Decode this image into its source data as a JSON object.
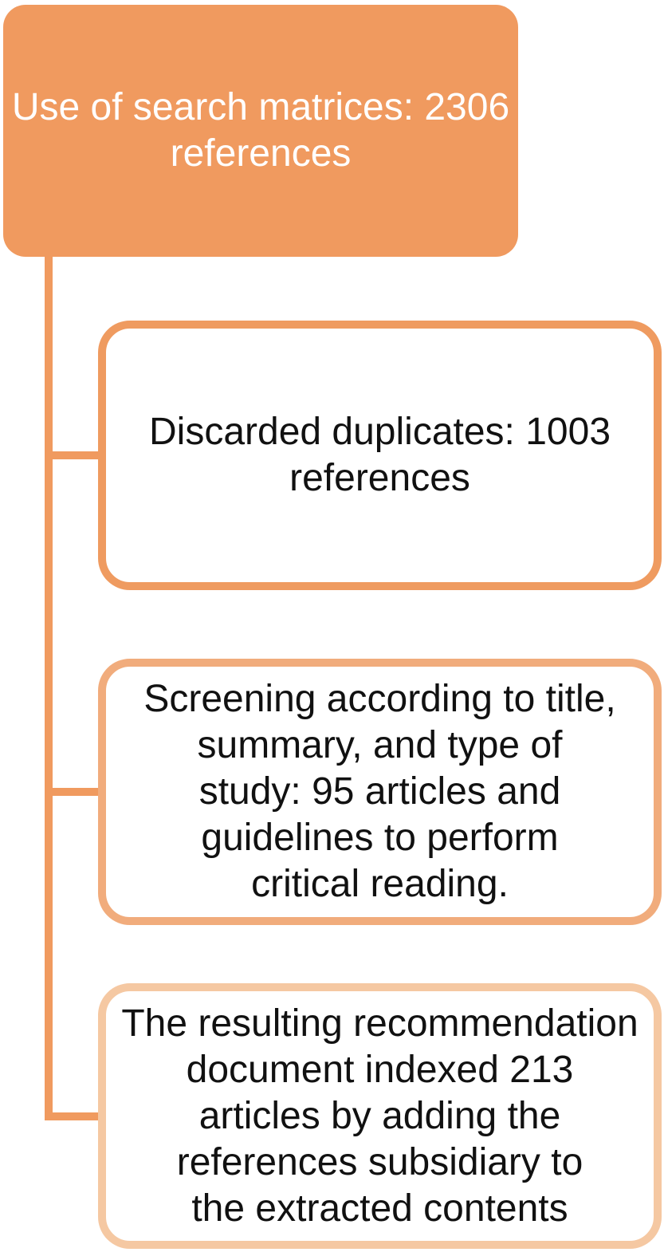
{
  "colors": {
    "primary": "#F09A5F",
    "root_fill": "#F09A5F",
    "root_text": "#FFFFFF",
    "connector": "#F09A5F",
    "step1_border": "#EF9B60",
    "step2_border": "#F1AC7C",
    "step3_border": "#F5C8A2",
    "step_fill": "#FFFFFF",
    "step_text": "#111111",
    "background": "#FFFFFF"
  },
  "flowchart": {
    "type": "vertical-hierarchy-flow",
    "root": {
      "label": "Use of search matrices: 2306\nreferences"
    },
    "steps": [
      {
        "label": "Discarded duplicates: 1003\nreferences"
      },
      {
        "label": "Screening according to title,\nsummary, and type of\nstudy: 95 articles and\nguidelines to perform\ncritical reading."
      },
      {
        "label": "The resulting recommendation\ndocument indexed 213\narticles by adding the\nreferences subsidiary to\nthe extracted contents"
      }
    ]
  }
}
